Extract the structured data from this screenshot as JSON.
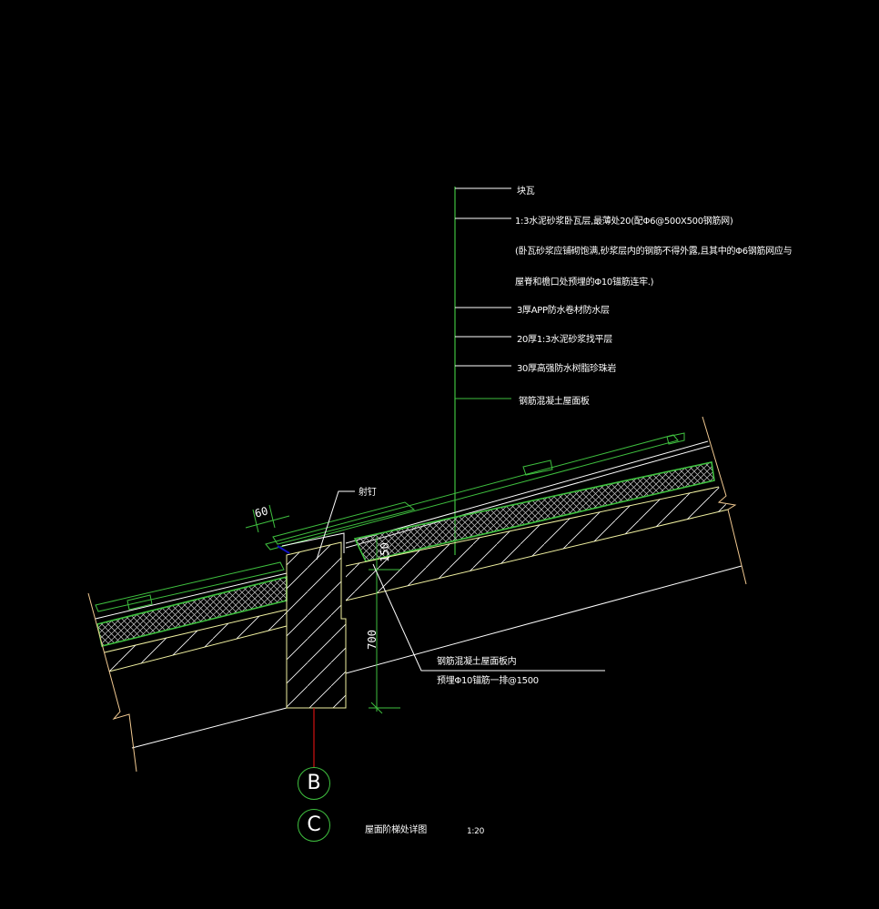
{
  "drawing": {
    "title": "屋面阶梯处详图",
    "scale": "1:20",
    "grid_bubbles": [
      "B",
      "C"
    ],
    "colors": {
      "background": "#000000",
      "green": "#3fc03f",
      "white": "#ffffff",
      "yellow": "#f0f0a0",
      "red": "#d01010",
      "blue": "#1010c0",
      "break_line": "#f0c890"
    }
  },
  "callouts": {
    "layers": [
      "块瓦",
      "1:3水泥砂浆卧瓦层,最薄处20(配Φ6@500X500钢筋网)",
      "(卧瓦砂浆应铺砌饱满,砂浆层内的钢筋不得外露,且其中的Φ6钢筋网应与",
      "屋脊和檐口处预埋的Φ10锚筋连牢.)",
      "3厚APP防水卷材防水层",
      "20厚1:3水泥砂浆找平层",
      "30厚高强防水树脂珍珠岩",
      "钢筋混凝土屋面板"
    ],
    "nail": "射钉",
    "anchor_line1": "钢筋混凝土屋面板内",
    "anchor_line2": "预埋Φ10锚筋一排@1500"
  },
  "dimensions": {
    "tile_overlap": "60",
    "step_height": "150",
    "parapet_depth": "700"
  }
}
